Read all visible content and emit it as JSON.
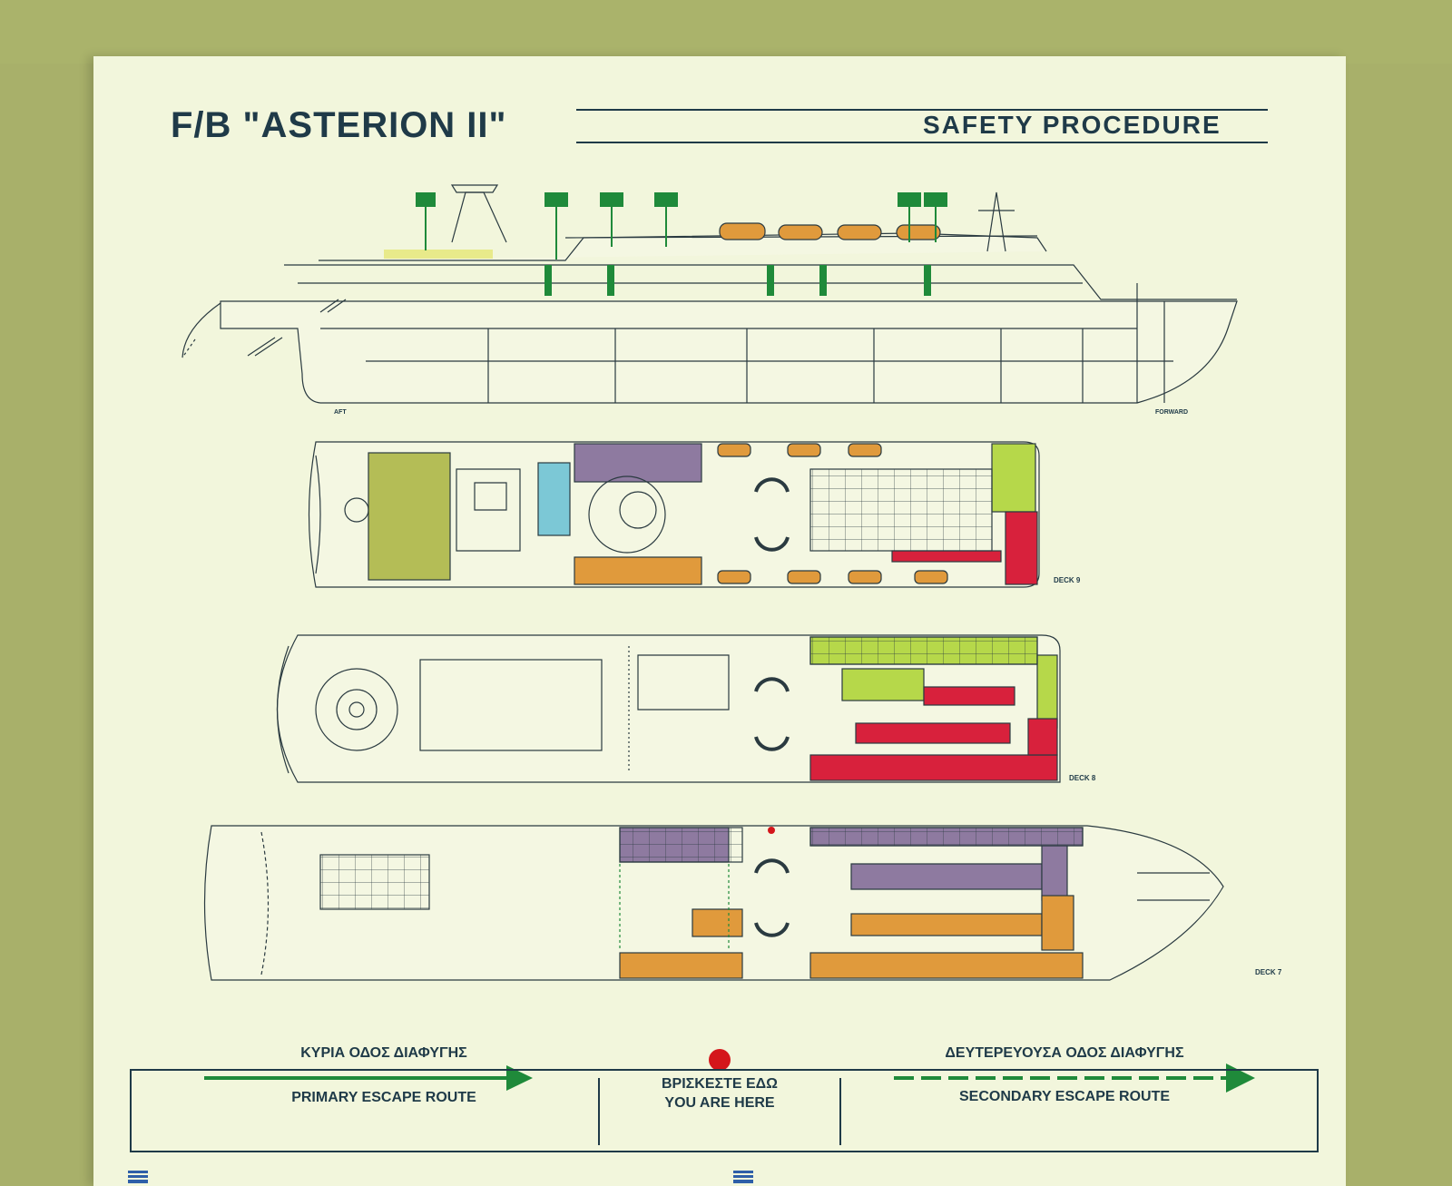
{
  "sign": {
    "title": "F/B \"ASTERION II\"",
    "subtitle": "SAFETY PROCEDURE"
  },
  "decks": {
    "deck9_label": "DECK 9",
    "deck8_label": "DECK 8",
    "deck7_label": "DECK 7",
    "profile_aft": "AFT",
    "profile_forward": "FORWARD"
  },
  "legend": {
    "primary_greek": "ΚΥΡΙΑ ΟΔΟΣ ΔΙΑΦΥΓΗΣ",
    "primary_english": "PRIMARY ESCAPE ROUTE",
    "here_greek": "ΒΡΙΣΚΕΣΤΕ ΕΔΩ",
    "here_english": "YOU ARE HERE",
    "secondary_greek": "ΔΕΥΤΕΡΕΥΟΥΣΑ ΟΔΟΣ ΔΙΑΦΥΓΗΣ",
    "secondary_english": "SECONDARY ESCAPE ROUTE"
  },
  "colors": {
    "route_green": "#1f8a3a",
    "you_are_here": "#d4161b",
    "ink": "#1f3a48",
    "lime_zone": "#b6d84a",
    "orange_zone": "#e09a3c",
    "red_zone": "#d8213c",
    "purple_zone": "#8e7aa0",
    "olive_zone": "#b4bd56",
    "cyan_zone": "#7cc8d6"
  }
}
